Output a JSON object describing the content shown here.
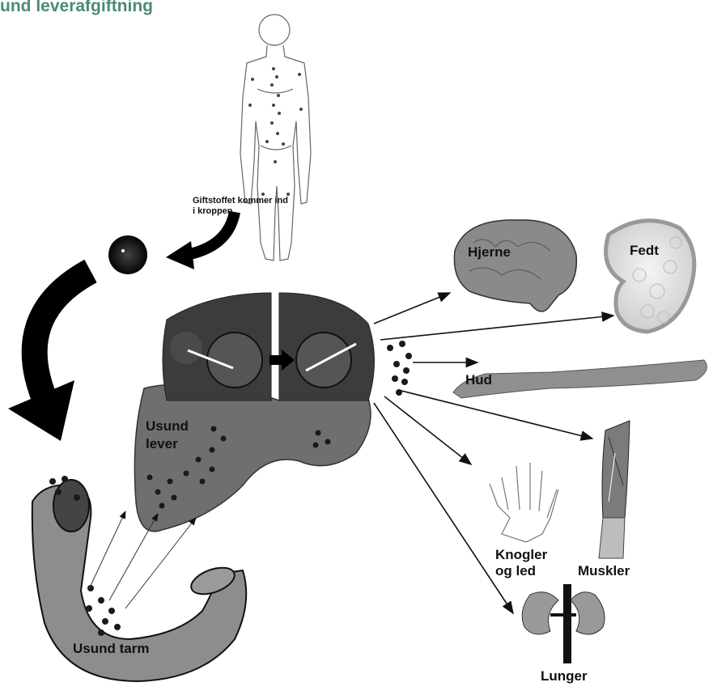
{
  "title": "und leverafgiftning",
  "labels": {
    "toxin_line1": "Giftstoffet kommer ind",
    "toxin_line2": "i kroppen",
    "brain": "Hjerne",
    "fat": "Fedt",
    "skin": "Hud",
    "liver_line1": "Usund",
    "liver_line2": "lever",
    "bones_line1": "Knogler",
    "bones_line2": "og led",
    "muscles": "Muskler",
    "lungs": "Lunger",
    "intestine": "Usund tarm"
  },
  "colors": {
    "title": "#4c8a74",
    "organ_fill": "#8a8a8a",
    "liver_fill": "#6f6f6f",
    "dots": "#1a1a1a"
  }
}
